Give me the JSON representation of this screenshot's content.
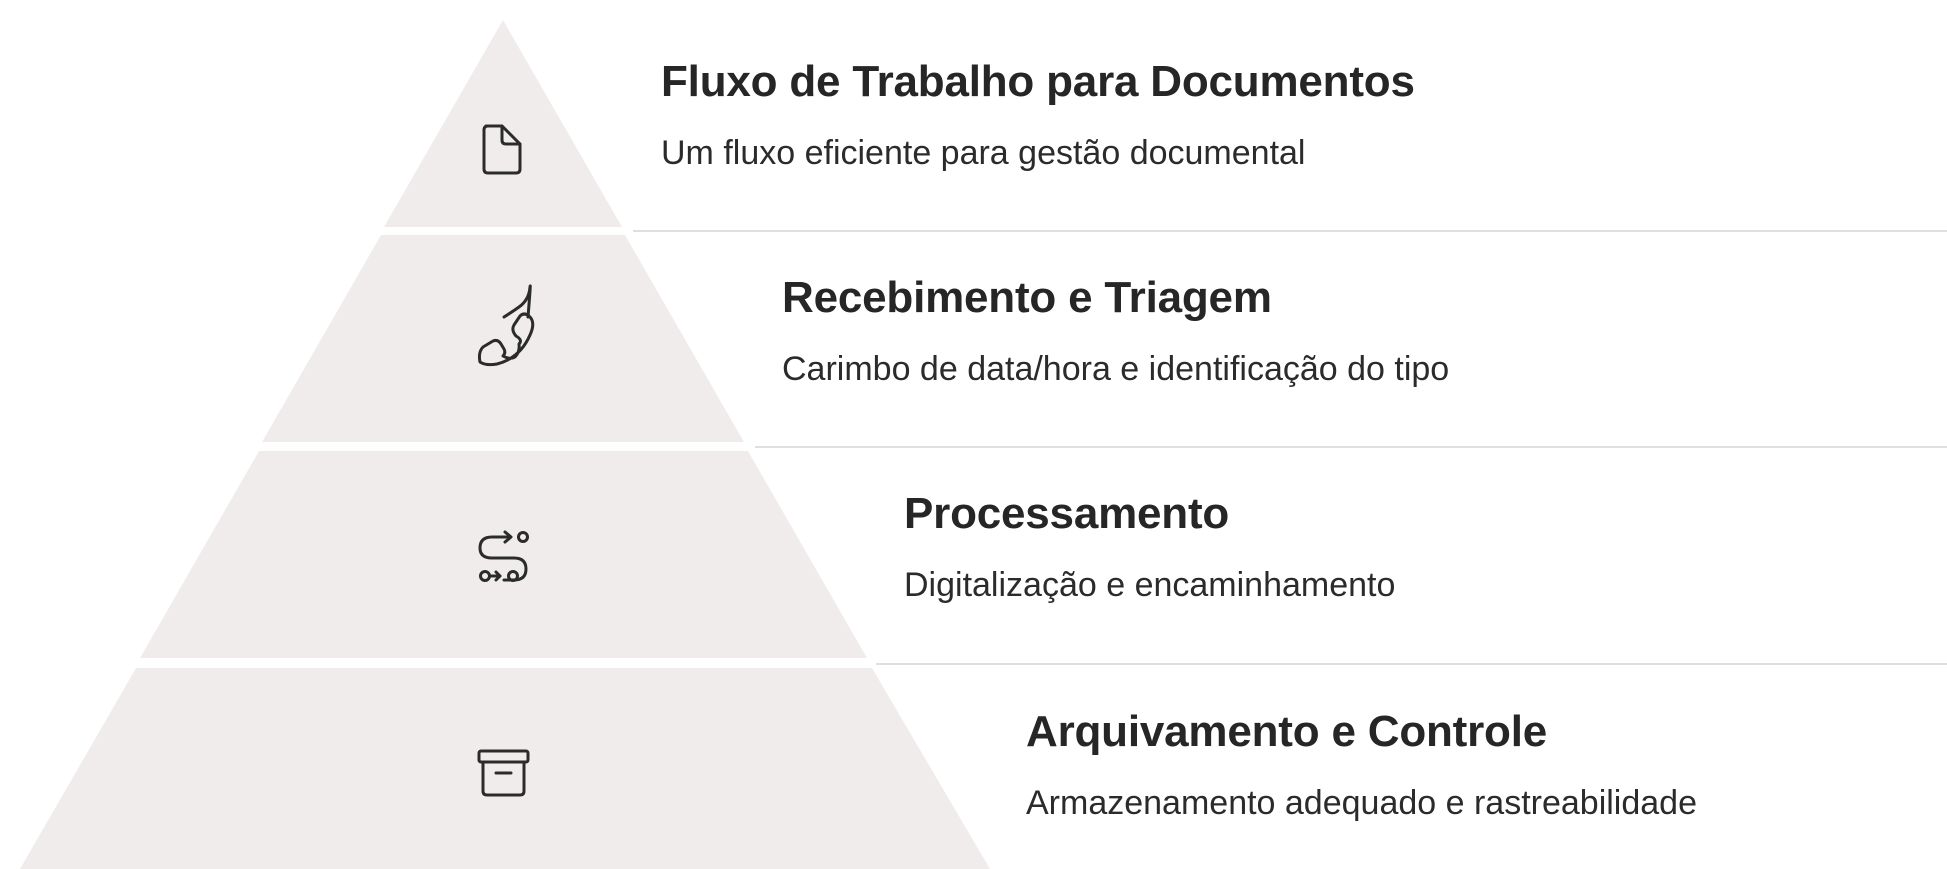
{
  "colors": {
    "tier_fill": "#f0ecec",
    "divider": "#d6d3d3",
    "text": "#262626",
    "icon_stroke": "#2b2b2b"
  },
  "tiers": [
    {
      "title": "Fluxo de Trabalho para Documentos",
      "description": "Um fluxo eficiente para gestão documental",
      "icon": "file-icon"
    },
    {
      "title": "Recebimento e Triagem",
      "description": "Carimbo de data/hora e identificação do tipo",
      "icon": "phone-icon"
    },
    {
      "title": "Processamento",
      "description": "Digitalização e encaminhamento",
      "icon": "route-icon"
    },
    {
      "title": "Arquivamento e Controle",
      "description": "Armazenamento adequado e rastreabilidade",
      "icon": "archive-icon"
    }
  ]
}
